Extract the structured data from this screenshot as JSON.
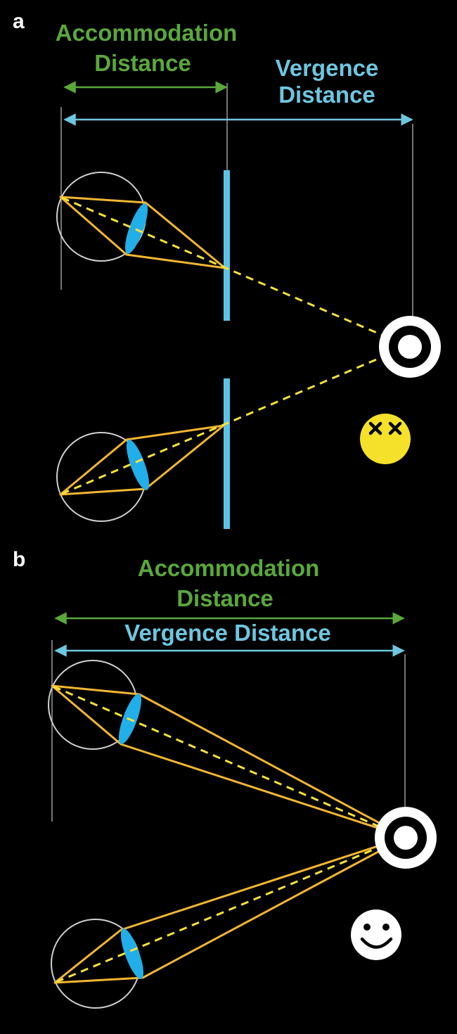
{
  "colors": {
    "background": "#000000",
    "accommodation": "#5aa83c",
    "vergence": "#6ec6df",
    "ray": "#f2b632",
    "sightline": "#f5e23a",
    "lens": "#22aee8",
    "display": "#5bc4e6",
    "eye_outline": "#d0d0d0",
    "guide_line": "#9a9a9a",
    "target": "#ffffff",
    "sad_face": "#f5e12a",
    "happy_face": "#ffffff"
  },
  "panel_a": {
    "letter": "a",
    "accommodation_line1": "Accommodation",
    "accommodation_line2": "Distance",
    "vergence_line1": "Vergence",
    "vergence_line2": "Distance",
    "face_icon": "dizzy-face-icon"
  },
  "panel_b": {
    "letter": "b",
    "accommodation_line1": "Accommodation",
    "accommodation_line2": "Distance",
    "vergence_label": "Vergence Distance",
    "face_icon": "smiley-face-icon"
  }
}
